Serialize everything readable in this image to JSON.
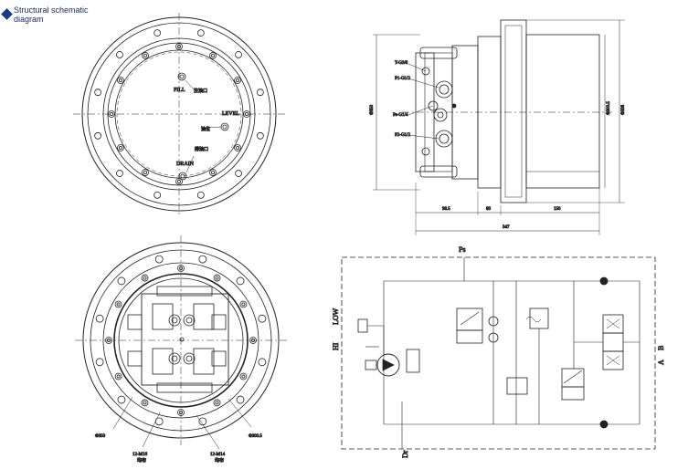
{
  "tag": {
    "text": "Structural schematic diagram",
    "color": "#1a3a8a"
  },
  "top_left": {
    "fill": "FILL",
    "fill_cn": "注油口",
    "level": "LEVEL",
    "level_cn": "油位",
    "drain": "DRAIN",
    "drain_cn": "排油口"
  },
  "top_right": {
    "ports": [
      "T-G3/8",
      "P1-G1/2",
      "Ps-G1/4",
      "P2-G1/2"
    ],
    "dims": [
      "98.5",
      "80",
      "150",
      "347"
    ],
    "left_dim": "Φ350",
    "right_dim1": "Φ300.5",
    "right_dim2": "Φ336"
  },
  "bottom_left": {
    "d1": "Φ350",
    "d2": "Φ300.5",
    "b1": "12-M16",
    "b1_cn": "均布",
    "b2": "12-M14",
    "b2_cn": "均布"
  },
  "hydraulic": {
    "ps": "Ps",
    "dr": "Dr",
    "hi": "HI",
    "low": "LOW",
    "a": "A",
    "b": "B"
  }
}
